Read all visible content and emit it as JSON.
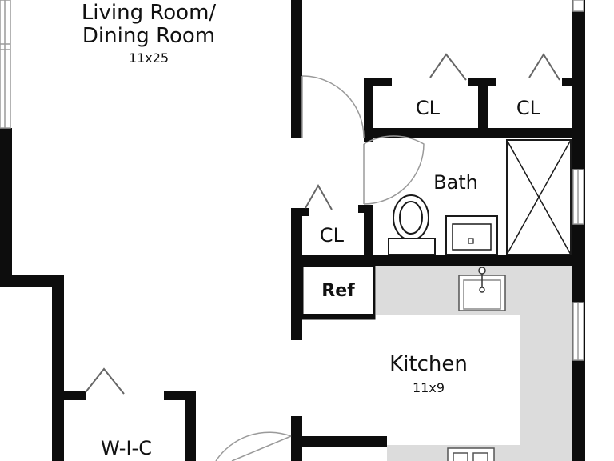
{
  "colors": {
    "wall": "#0d0d0d",
    "kitchen_floor": "#dcdcdc",
    "fixture_stroke": "#1a1a1a",
    "window": "#cfcfcf"
  },
  "rooms": {
    "living": {
      "name_line1": "Living Room/",
      "name_line2": "Dining Room",
      "dims": "11x25"
    },
    "kitchen": {
      "name": "Kitchen",
      "dims": "11x9"
    },
    "bath": {
      "name": "Bath"
    },
    "wic": {
      "name": "W-I-C"
    }
  },
  "closets": {
    "cl1": "CL",
    "cl2": "CL",
    "cl3": "CL"
  },
  "appliances": {
    "ref": "Ref"
  },
  "icons": [
    "door-swing-icon",
    "bifold-door-icon",
    "toilet-icon",
    "sink-icon",
    "shower-icon",
    "kitchen-sink-icon",
    "stove-icon"
  ]
}
